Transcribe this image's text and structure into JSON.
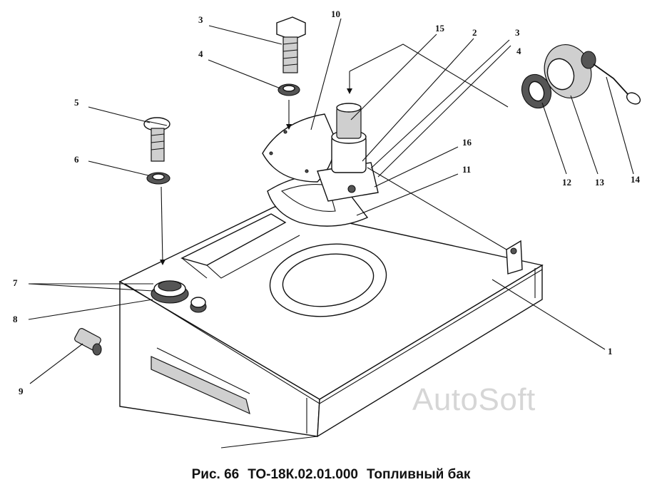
{
  "caption": {
    "figure_label": "Рис. 66",
    "code": "ТО-18К.02.01.000",
    "title": "Топливный бак"
  },
  "watermark": "AutoSoft",
  "callouts": {
    "c1": "1",
    "c2": "2",
    "c3a": "3",
    "c3b": "3",
    "c4a": "4",
    "c4b": "4",
    "c5": "5",
    "c6": "6",
    "c7": "7",
    "c8": "8",
    "c9": "9",
    "c10": "10",
    "c11": "11",
    "c12": "12",
    "c13": "13",
    "c14": "14",
    "c15": "15",
    "c16": "16"
  }
}
